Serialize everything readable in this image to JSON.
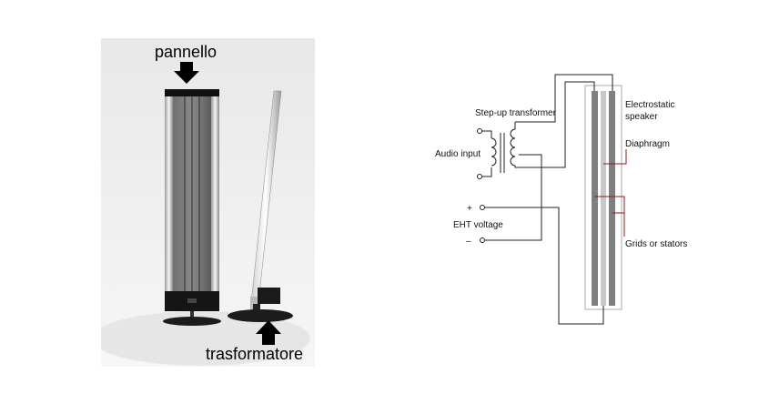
{
  "photo": {
    "top_label": "pannello",
    "bottom_label": "trasformatore"
  },
  "diagram": {
    "transformer_label": "Step-up transformer",
    "speaker_label": [
      "Electrostatic",
      "speaker"
    ],
    "diaphragm_label": "Diaphragm",
    "audio_input_label": "Audio input",
    "eht_label": "EHT voltage",
    "plus_sign": "+",
    "minus_sign": "–",
    "grids_label": "Grids or stators",
    "colors": {
      "stator": "#7f7f7f",
      "diaphragm": "#c8c8c8",
      "leader": "#8b1a1a",
      "wire": "#222222"
    }
  }
}
